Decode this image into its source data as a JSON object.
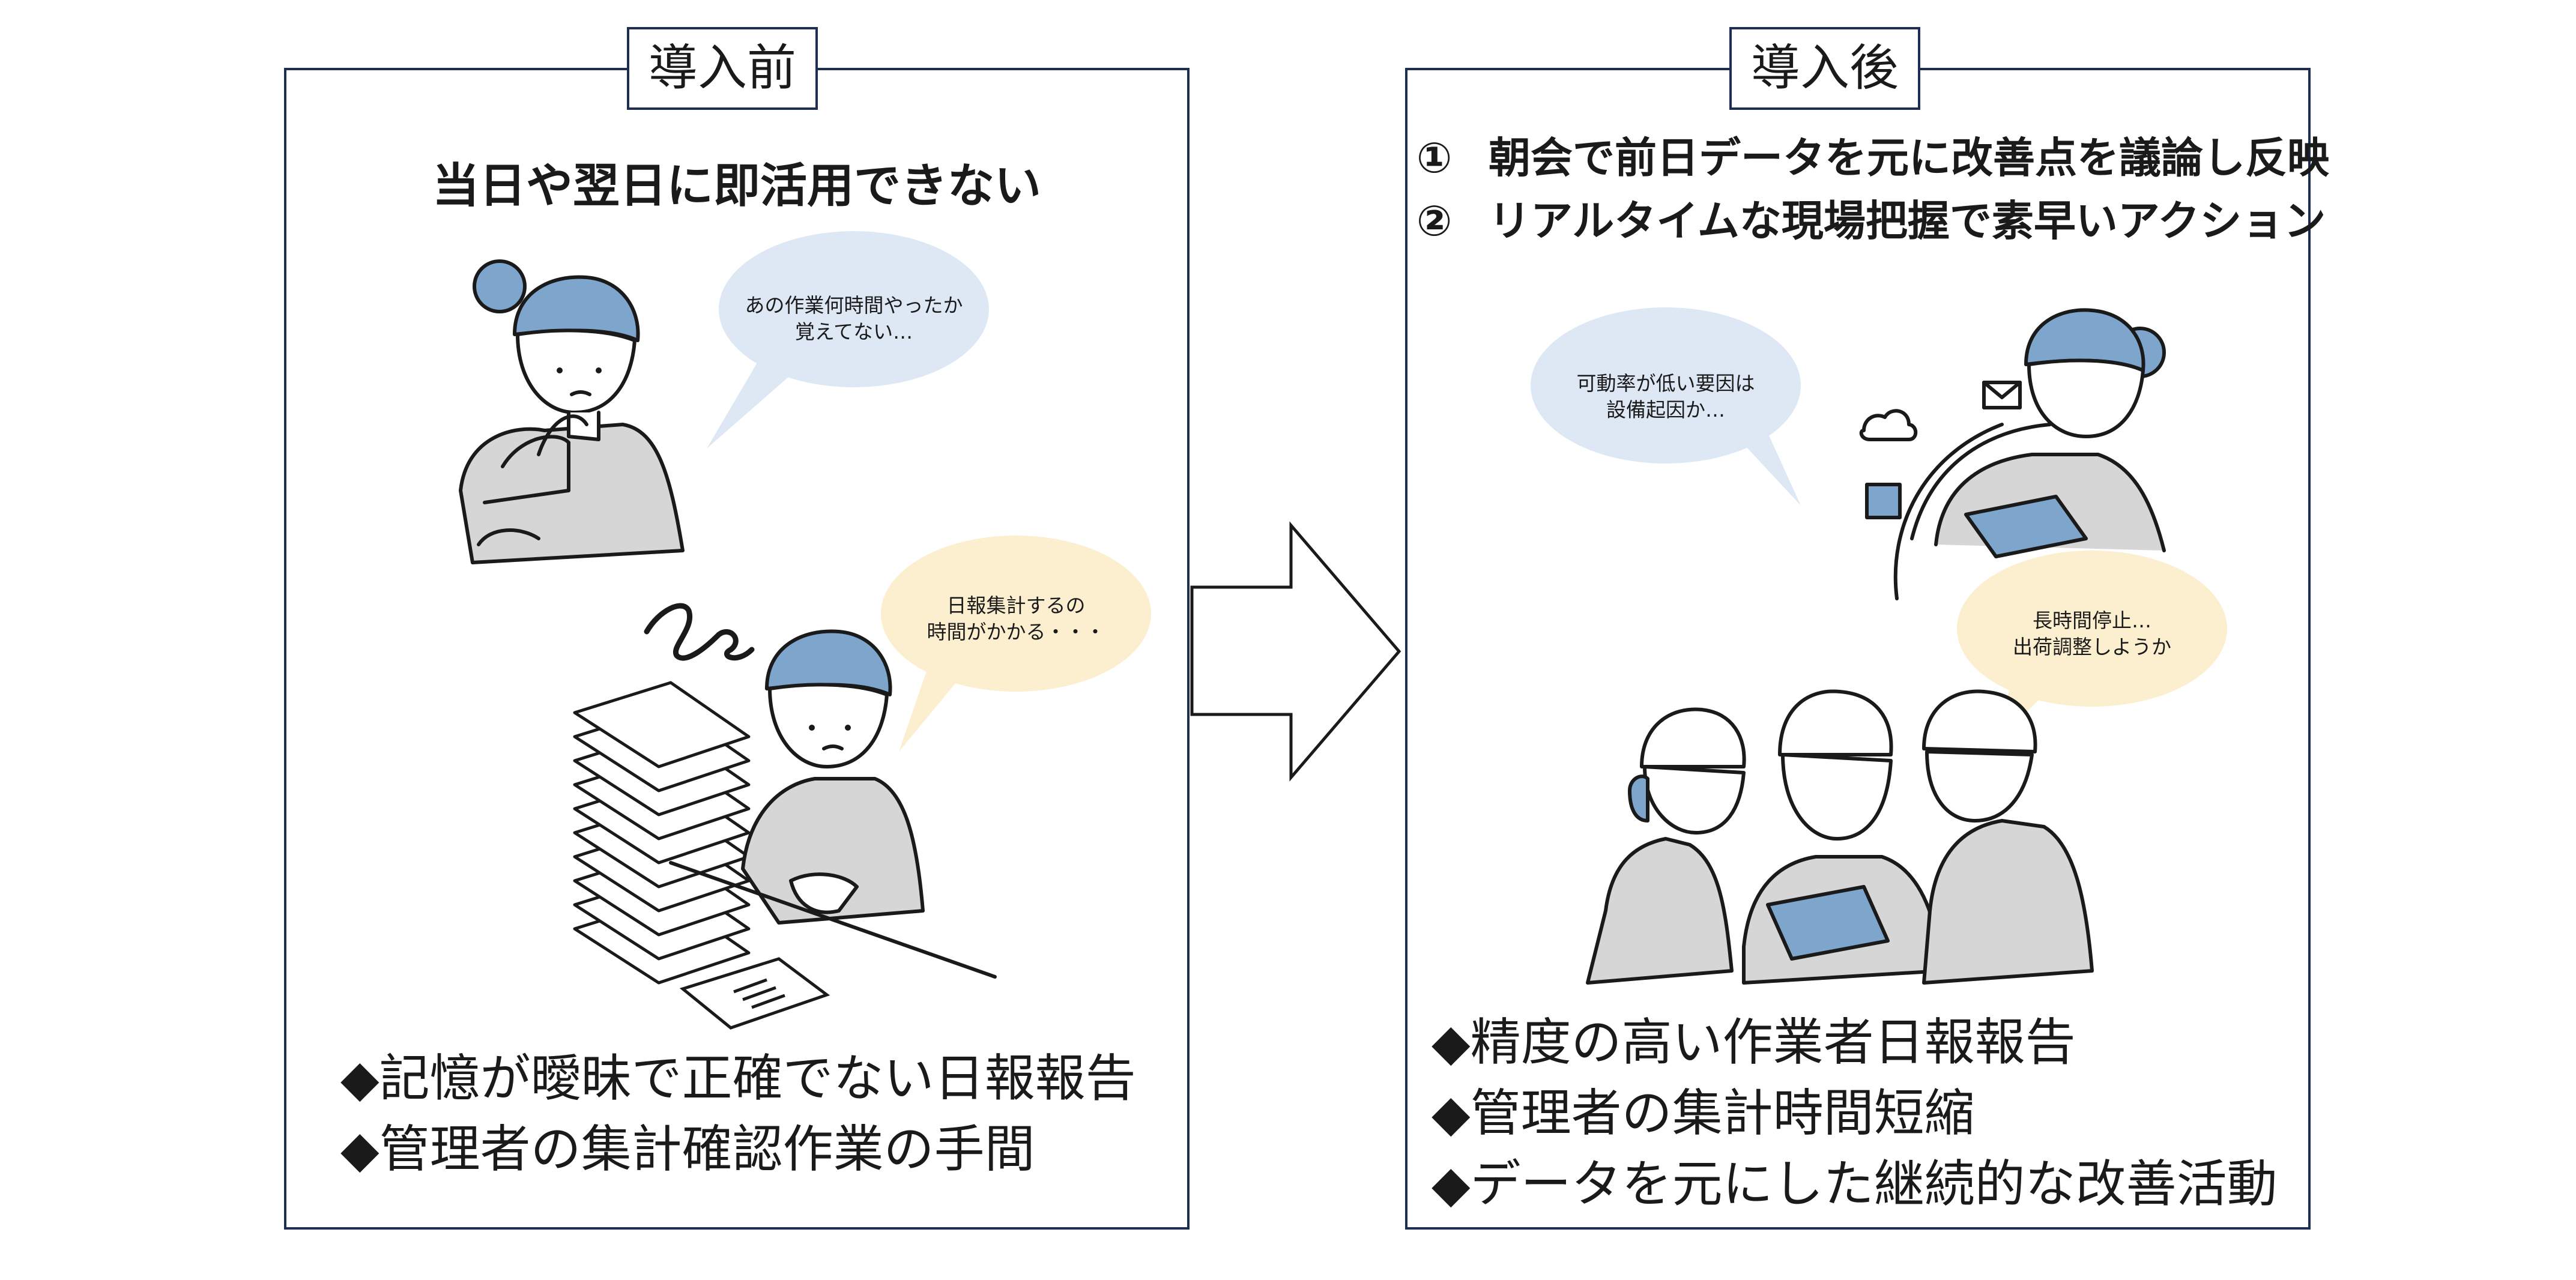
{
  "before": {
    "title": "導入前",
    "heading": "当日や翌日に即活用できない",
    "bubble_top": [
      "あの作業何時間やったか",
      "覚えてない…"
    ],
    "bubble_bottom": [
      "日報集計するの",
      "時間がかかる・・・"
    ],
    "bullets": [
      "◆記憶が曖昧で正確でない日報報告",
      "◆管理者の集計確認作業の手間"
    ]
  },
  "after": {
    "title": "導入後",
    "points": [
      {
        "num": "①",
        "text": "朝会で前日データを元に改善点を議論し反映"
      },
      {
        "num": "②",
        "text": "リアルタイムな現場把握で素早いアクション"
      }
    ],
    "bubble_left": [
      "可動率が低い要因は",
      "設備起因か…"
    ],
    "bubble_right": [
      "長時間停止…",
      "出荷調整しようか"
    ],
    "bullets": [
      "◆精度の高い作業者日報報告",
      "◆管理者の集計時間短縮",
      "◆データを元にした継続的な改善活動"
    ]
  },
  "colors": {
    "frame": "#1d2e52",
    "bubble_blue": "#dde8f4",
    "bubble_yellow": "#fcefcf",
    "hair": "#7ea6cc",
    "cloth": "#d6d6d6"
  }
}
